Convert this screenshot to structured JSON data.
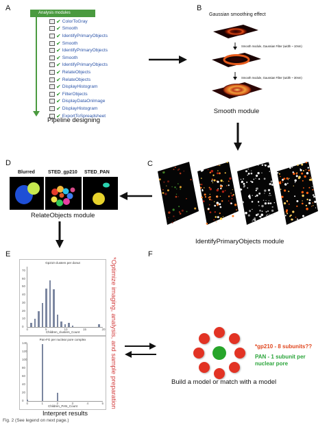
{
  "panels": {
    "a": {
      "letter": "A",
      "header": "Analysis modules",
      "modules": [
        "ColorToGray",
        "Smooth",
        "IdentifyPrimaryObjects",
        "Smooth",
        "IdentifyPrimaryObjects",
        "Smooth",
        "IdentifyPrimaryObjects",
        "RelateObjects",
        "RelateObjects",
        "DisplayHistogram",
        "FilterObjects",
        "DisplayDataOnImage",
        "DisplayHistogram",
        "ExportToSpreadsheet"
      ],
      "caption": "Pipeline designing"
    },
    "b": {
      "letter": "B",
      "title": "Gaussian smoothing effect",
      "step1": "Smooth module, Gaussian Filter (width ~ 10nm)",
      "step2": "Smooth module, Gaussian Filter (width ~ 30nm)",
      "caption": "Smooth module"
    },
    "c": {
      "letter": "C",
      "caption": "IdentifyPrimaryObjects module"
    },
    "d": {
      "letter": "D",
      "labels": [
        "Blurred",
        "STED_gp210",
        "STED_PAN"
      ],
      "caption": "RelateObjects module"
    },
    "e": {
      "letter": "E",
      "side_text": "*Optimize imaging, analysis, and sample preparation",
      "caption": "Interpret results",
      "chart1": {
        "title": "Gp210 clusters per donut",
        "xlabel": "Children_clusters_Count"
      },
      "chart2": {
        "title": "Pan-FG per nuclear pore complex",
        "xlabel": "Children_PAN_Count"
      }
    },
    "f": {
      "letter": "F",
      "gp210": "*gp210 - 8 subunits??",
      "pan": "PAN - 1 subunit per nuclear pore",
      "caption": "Build a model or match with a model"
    }
  },
  "figure_caption": "Fig. 2 (See legend on next page.)",
  "colors": {
    "pipeline_green": "#4a9a3f",
    "link_blue": "#2a53a8",
    "annotation_red": "#d23c3c",
    "pore_red": "#e23324",
    "pore_green": "#27a52a"
  },
  "chart_data": [
    {
      "type": "bar",
      "title": "Gp210 clusters per donut",
      "xlabel": "Children_clusters_Count",
      "x": [
        1,
        2,
        3,
        4,
        5,
        6,
        7,
        8,
        9,
        10,
        11,
        12,
        19
      ],
      "values": [
        5,
        10,
        20,
        30,
        48,
        58,
        47,
        15,
        7,
        3,
        5,
        2,
        3
      ],
      "ylim": [
        0,
        75
      ],
      "xlim": [
        0,
        20
      ],
      "ytick_labels": [
        "0",
        "10",
        "20",
        "30",
        "40",
        "50",
        "60",
        "70"
      ],
      "xtick_labels": [
        "0",
        "5",
        "10",
        "15",
        "20"
      ]
    },
    {
      "type": "bar",
      "title": "Pan-FG per nuclear pore complex",
      "xlabel": "Children_PAN_Count",
      "x": [
        0,
        1,
        2
      ],
      "values": [
        3,
        138,
        20
      ],
      "ylim": [
        0,
        140
      ],
      "xlim": [
        0,
        5
      ],
      "ytick_labels": [
        "0",
        "20",
        "40",
        "60",
        "80",
        "100",
        "120",
        "140"
      ],
      "xtick_labels": [
        "0",
        "1",
        "2",
        "3",
        "4",
        "5"
      ]
    }
  ]
}
